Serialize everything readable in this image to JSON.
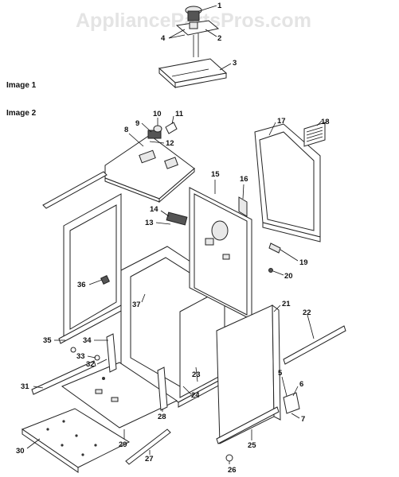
{
  "watermark": "AppliancePartsPros.com",
  "sections": [
    {
      "label": "Image 1"
    },
    {
      "label": "Image 2"
    }
  ],
  "callouts": [
    {
      "n": "1"
    },
    {
      "n": "2"
    },
    {
      "n": "3"
    },
    {
      "n": "4"
    },
    {
      "n": "5"
    },
    {
      "n": "6"
    },
    {
      "n": "7"
    },
    {
      "n": "8"
    },
    {
      "n": "9"
    },
    {
      "n": "10"
    },
    {
      "n": "11"
    },
    {
      "n": "12"
    },
    {
      "n": "13"
    },
    {
      "n": "14"
    },
    {
      "n": "15"
    },
    {
      "n": "16"
    },
    {
      "n": "17"
    },
    {
      "n": "18"
    },
    {
      "n": "19"
    },
    {
      "n": "20"
    },
    {
      "n": "21"
    },
    {
      "n": "22"
    },
    {
      "n": "23"
    },
    {
      "n": "24"
    },
    {
      "n": "25"
    },
    {
      "n": "26"
    },
    {
      "n": "27"
    },
    {
      "n": "28"
    },
    {
      "n": "29"
    },
    {
      "n": "30"
    },
    {
      "n": "31"
    },
    {
      "n": "32"
    },
    {
      "n": "33"
    },
    {
      "n": "34"
    },
    {
      "n": "35"
    },
    {
      "n": "36"
    },
    {
      "n": "37"
    }
  ]
}
